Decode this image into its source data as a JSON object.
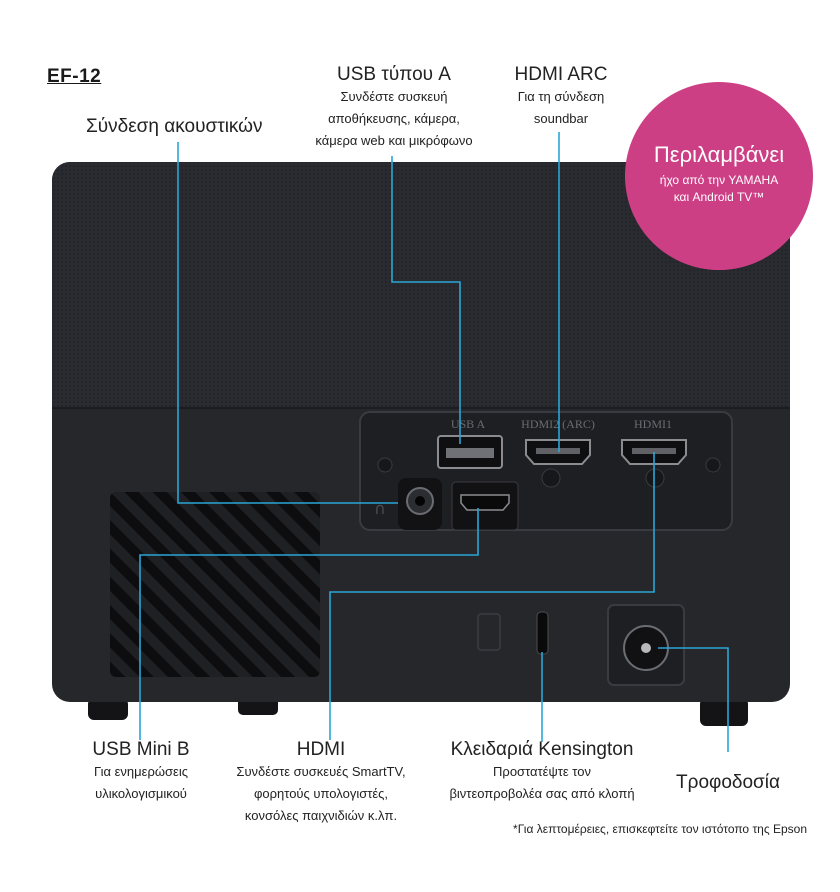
{
  "model": "EF-12",
  "badge": {
    "line1": "Περιλαμβάνει",
    "line2": "ήχο από την YAMAHA",
    "line3": "και Android TV™"
  },
  "callouts": {
    "headphone": {
      "title": "Σύνδεση ακουστικών"
    },
    "usb_a": {
      "title": "USB τύπου A",
      "desc1": "Συνδέστε συσκευή",
      "desc2": "αποθήκευσης, κάμερα,",
      "desc3": "κάμερα web και μικρόφωνο"
    },
    "hdmi_arc": {
      "title": "HDMI ARC",
      "desc1": "Για τη σύνδεση",
      "desc2": "soundbar"
    },
    "usb_mini_b": {
      "title": "USB Mini B",
      "desc1": "Για ενημερώσεις",
      "desc2": "υλικολογισμικού"
    },
    "hdmi": {
      "title": "HDMI",
      "desc1": "Συνδέστε συσκευές SmartTV,",
      "desc2": "φορητούς υπολογιστές,",
      "desc3": "κονσόλες παιχνιδιών κ.λπ."
    },
    "kensington": {
      "title": "Κλειδαριά Kensington",
      "desc1": "Προστατέψτε τον",
      "desc2": "βιντεοπροβολέα σας από κλοπή"
    },
    "power": {
      "title": "Τροφοδοσία"
    }
  },
  "port_labels": {
    "usb_a": "USB A",
    "hdmi2": "HDMI2 (ARC)",
    "hdmi1": "HDMI1"
  },
  "footnote": "*Για λεπτομέρειες, επισκεφτείτε τον ιστότοπο της Epson",
  "colors": {
    "leader_line": "#2aa6d6",
    "badge": "#cd3f85",
    "device": "#26272b"
  }
}
